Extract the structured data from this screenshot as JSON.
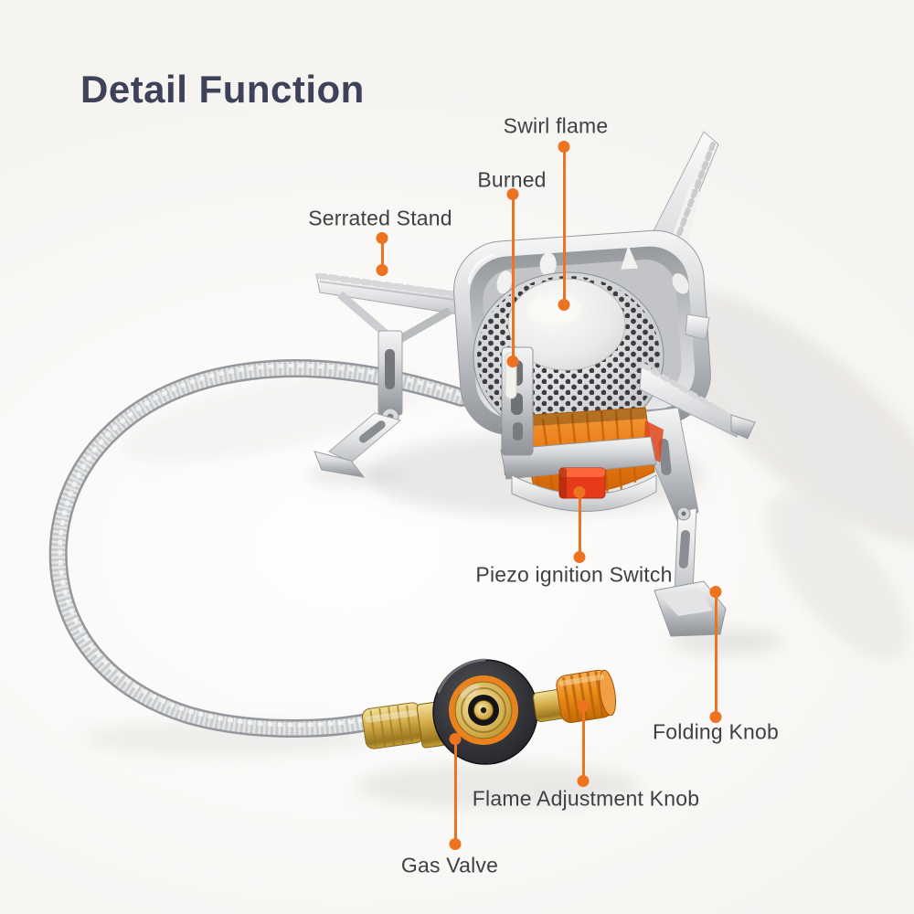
{
  "page": {
    "title": "Detail Function"
  },
  "callouts": {
    "swirl_flame": "Swirl flame",
    "burned": "Burned",
    "serrated_stand": "Serrated Stand",
    "piezo_ignition_switch": "Piezo ignition Switch",
    "folding_knob": "Folding Knob",
    "flame_adjustment_knob": "Flame Adjustment Knob",
    "gas_valve": "Gas Valve"
  },
  "colors": {
    "accent_orange": "#EE7320",
    "title_navy": "#3D4258",
    "label_gray": "#3F4042",
    "background": "#F6F5F3",
    "piezo_red": "#E63A1A",
    "brass": "#CFA844",
    "valve_black": "#2B2C30"
  }
}
